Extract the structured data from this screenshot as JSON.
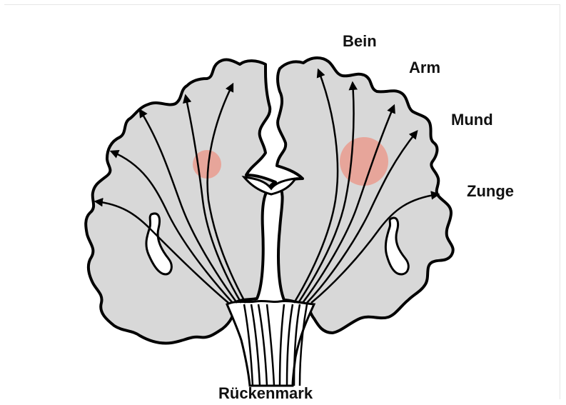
{
  "labels": {
    "leg": "Bein",
    "arm": "Arm",
    "mouth": "Mund",
    "tongue": "Zunge",
    "spinal_cord": "Rückenmark"
  },
  "colors": {
    "tissue": "#d8d8d8",
    "outline": "#000000",
    "highlight": "#f08a7a"
  }
}
